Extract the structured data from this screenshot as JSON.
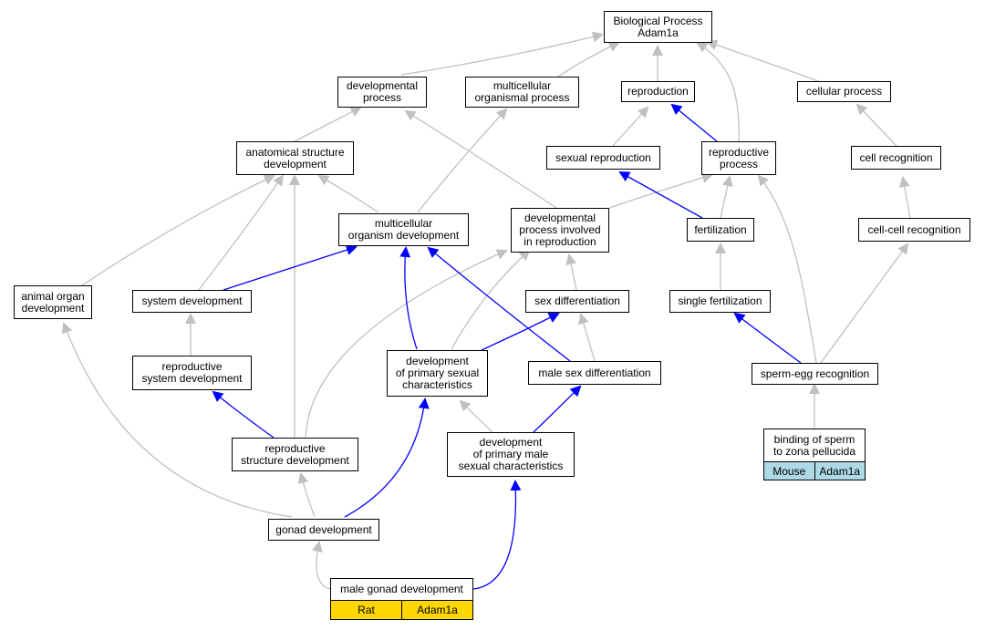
{
  "colors": {
    "edge_gray": "#c0c0c0",
    "edge_blue": "#0000ff",
    "rat_tag": "#ffd700",
    "mouse_tag": "#add8e6"
  },
  "nodes": {
    "root": "Biological Process\nAdam1a",
    "developmental_process": "developmental\nprocess",
    "multicellular_organismal_process": "multicellular\norganismal process",
    "reproduction": "reproduction",
    "cellular_process": "cellular process",
    "anatomical_structure_development": "anatomical structure\ndevelopment",
    "sexual_reproduction": "sexual reproduction",
    "reproductive_process": "reproductive\nprocess",
    "cell_recognition": "cell recognition",
    "multicellular_organism_development": "multicellular\norganism development",
    "developmental_process_reproduction": "developmental\nprocess involved\nin reproduction",
    "fertilization": "fertilization",
    "cell_cell_recognition": "cell-cell recognition",
    "animal_organ_development": "animal organ\ndevelopment",
    "system_development": "system development",
    "sex_differentiation": "sex differentiation",
    "single_fertilization": "single fertilization",
    "reproductive_system_development": "reproductive\nsystem development",
    "development_primary_sexual": "development\nof primary sexual\ncharacteristics",
    "male_sex_differentiation": "male sex differentiation",
    "sperm_egg_recognition": "sperm-egg recognition",
    "binding_sperm_zona": "binding of sperm\nto zona pellucida",
    "reproductive_structure_development": "reproductive\nstructure development",
    "development_primary_male": "development\nof primary male\nsexual characteristics",
    "gonad_development": "gonad development",
    "male_gonad_development": "male gonad development"
  },
  "tags": {
    "binding_sperm_zona": [
      "Mouse",
      "Adam1a"
    ],
    "male_gonad_development": [
      "Rat",
      "Adam1a"
    ]
  }
}
